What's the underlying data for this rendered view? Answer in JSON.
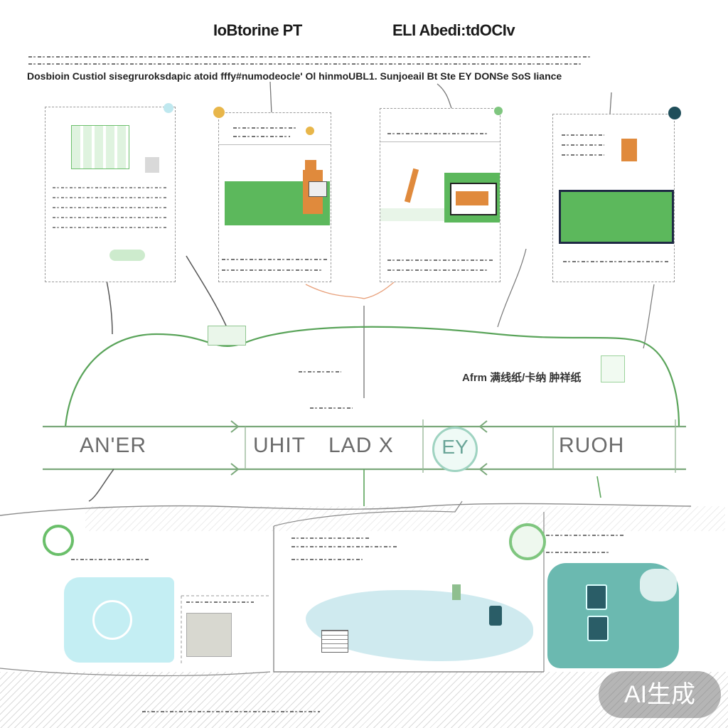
{
  "header": {
    "title_left": "IoBtorine PT",
    "title_right": "ELI Abedi:tdOCIv",
    "subtitle": "Dosbioin Custiol sisegruroksdapic atoid fffy#numodeocle' Ol hinmoUBL1. Sunjoeail Bt Ste EY DONSe SoS Iiance"
  },
  "lanes": {
    "lane_1": "AN'ER",
    "lane_2": "UHIT",
    "lane_3": "LAD X",
    "lane_4": "RUOH",
    "seal_text": "EY"
  },
  "flow": {
    "annotation": "Afrm 满线纸/卡纳 肿祥纸"
  },
  "colors": {
    "accent_green": "#5aa45a",
    "panel_green": "#5cb85c",
    "orange": "#e08a3c",
    "teal": "#6bb9b0",
    "light_blue": "#bfe8ef",
    "line_gray": "#8a8a8a"
  },
  "icons": [
    "leaf-badge-icon",
    "globe-icon",
    "map-icon",
    "document-icon"
  ],
  "watermark": "AI生成"
}
